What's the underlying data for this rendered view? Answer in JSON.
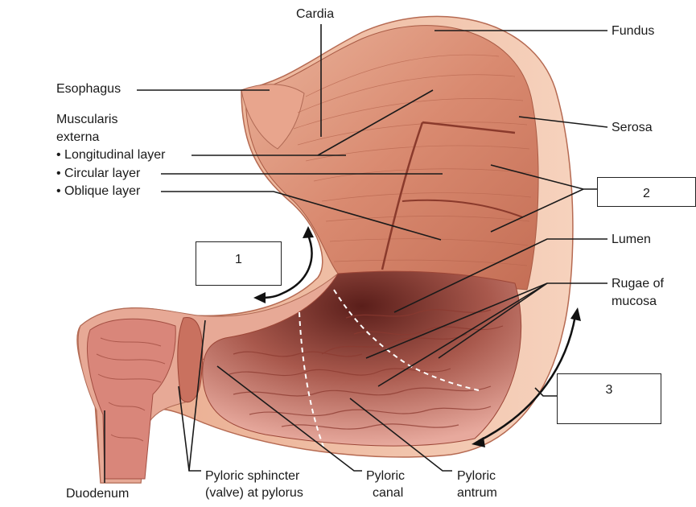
{
  "labels": {
    "cardia": "Cardia",
    "fundus": "Fundus",
    "esophagus": "Esophagus",
    "muscularis_1": "Muscularis",
    "muscularis_2": "externa",
    "longitudinal": "• Longitudinal layer",
    "circular": "• Circular layer",
    "oblique": "• Oblique layer",
    "serosa": "Serosa",
    "lumen": "Lumen",
    "rugae_1": "Rugae of",
    "rugae_2": "mucosa",
    "duodenum": "Duodenum",
    "pyl_sphincter_1": "Pyloric sphincter",
    "pyl_sphincter_2": "(valve) at pylorus",
    "pyl_canal_1": "Pyloric",
    "pyl_canal_2": "canal",
    "pyl_antrum_1": "Pyloric",
    "pyl_antrum_2": "antrum"
  },
  "boxes": {
    "box1": "1",
    "box2": "2",
    "box3": "3"
  },
  "colors": {
    "muscle": "#d98a70",
    "muscle_dark": "#b8604a",
    "mucosa": "#e6a39a",
    "lumen_dark": "#6e2a24",
    "serosa": "#f0c2a6",
    "line": "#1a1a1a"
  }
}
